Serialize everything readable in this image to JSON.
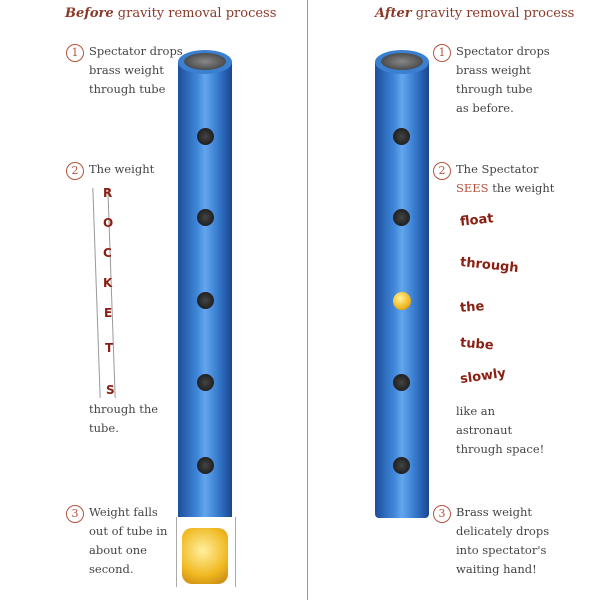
{
  "before": {
    "title_em": "Before",
    "title_rest": " gravity removal process",
    "steps": [
      {
        "num": "1",
        "lines": [
          "Spectator drops",
          "brass weight",
          "through tube"
        ]
      },
      {
        "num": "2",
        "lines": [
          "The weight"
        ]
      },
      {
        "num": "3",
        "lines": [
          "Weight falls",
          "out of tube in",
          "about one",
          "second."
        ]
      }
    ],
    "rockets_letters": [
      "R",
      "O",
      "C",
      "K",
      "E",
      "T",
      "S"
    ],
    "after_rockets": [
      "through the",
      "tube."
    ]
  },
  "after": {
    "title_em": "After",
    "title_rest": " gravity removal process",
    "steps": [
      {
        "num": "1",
        "lines": [
          "Spectator drops",
          "brass weight",
          "through tube",
          "as before."
        ]
      },
      {
        "num": "2",
        "lines": [
          "The Spectator"
        ],
        "emph": "SEES",
        "line2_rest": " the weight"
      },
      {
        "num": "3",
        "lines": [
          "Brass weight",
          "delicately drops",
          "into spectator's",
          "waiting hand!"
        ]
      }
    ],
    "float_words": [
      "float",
      "through",
      "the",
      "tube",
      "slowly"
    ],
    "after_float": [
      "like an",
      "astronaut",
      "through space!"
    ]
  }
}
